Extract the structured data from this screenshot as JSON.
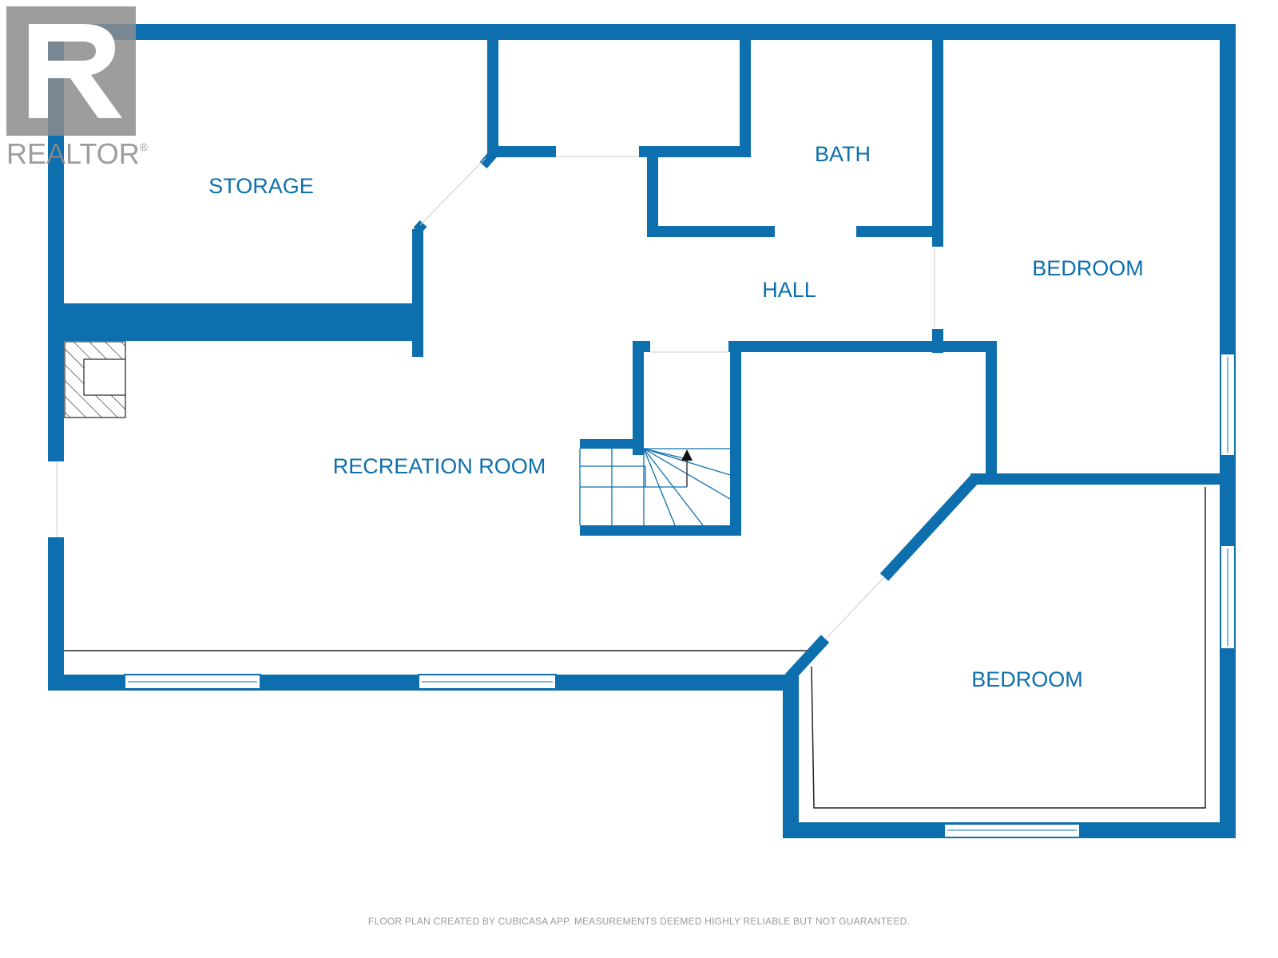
{
  "brand": {
    "name": "REALTOR",
    "mark": "®",
    "logo_icon": "realtor-r-logo-icon"
  },
  "rooms": {
    "storage": "STORAGE",
    "bath": "BATH",
    "hall": "HALL",
    "bedroom_upper": "BEDROOM",
    "recreation_room": "RECREATION ROOM",
    "bedroom_lower": "BEDROOM"
  },
  "footer": {
    "disclaimer": "FLOOR PLAN CREATED BY CUBICASA APP. MEASUREMENTS DEEMED HIGHLY RELIABLE BUT NOT GUARANTEED."
  },
  "colors": {
    "wall": "#0d6fad",
    "label": "#0d6fad",
    "disclaimer": "#9b9b9b",
    "logo": "#8c8c8c"
  },
  "icons": {
    "stairs": "stairs-icon",
    "fireplace": "fireplace-icon",
    "stair_arrow": "up-arrow-icon"
  }
}
